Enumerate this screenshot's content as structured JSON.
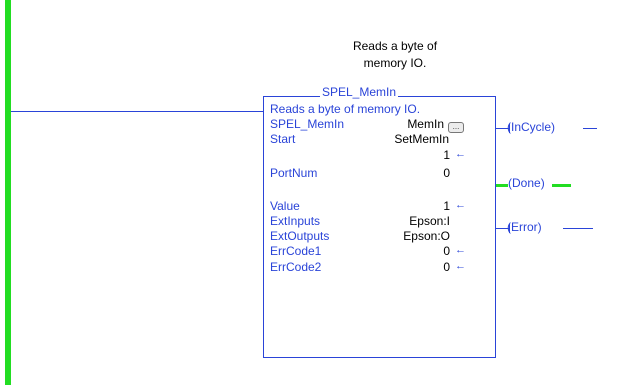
{
  "rung": {
    "comment_line1": "Reads a byte of",
    "comment_line2": "memory IO."
  },
  "block": {
    "title": "SPEL_MemIn",
    "description": "Reads a byte of memory IO.",
    "params": [
      {
        "name": "SPEL_MemIn",
        "value": "MemIn"
      },
      {
        "name": "Start",
        "value": "SetMemIn"
      },
      {
        "name": "",
        "value": "1"
      },
      {
        "name": "PortNum",
        "value": "0"
      },
      {
        "name": "Value",
        "value": "1"
      },
      {
        "name": "ExtInputs",
        "value": "Epson:I"
      },
      {
        "name": "ExtOutputs",
        "value": "Epson:O"
      },
      {
        "name": "ErrCode1",
        "value": "0"
      },
      {
        "name": "ErrCode2",
        "value": "0"
      }
    ],
    "browse_glyph": "...",
    "output_arrow": "←"
  },
  "outputs": {
    "in_cycle": "InCycle",
    "done": "Done",
    "error": "Error"
  },
  "colors": {
    "wire": "#2a44d8",
    "energized": "#22dd22"
  }
}
